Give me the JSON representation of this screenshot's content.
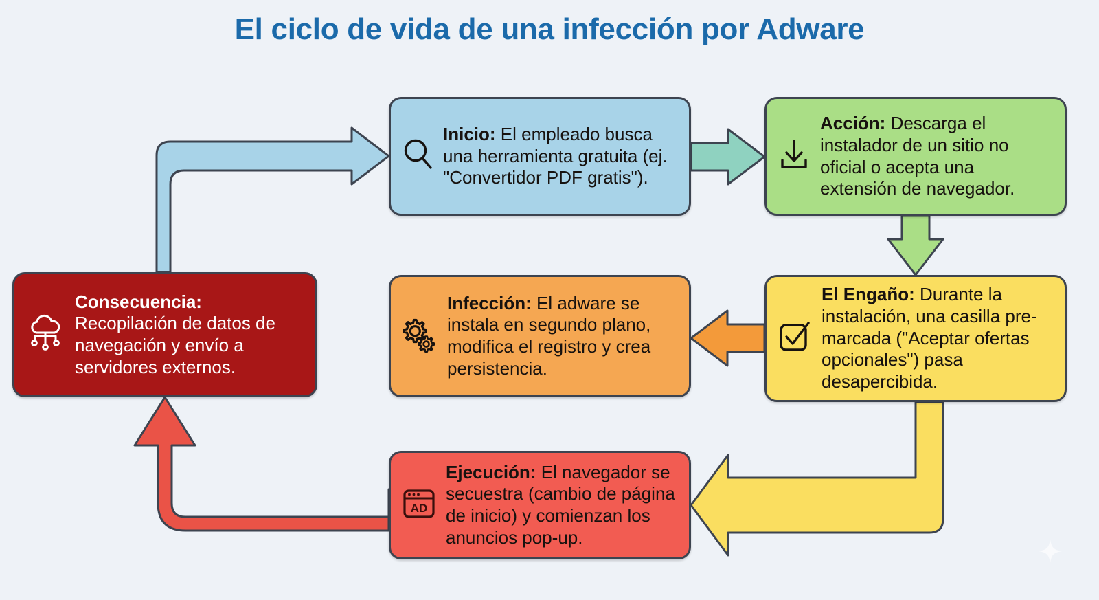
{
  "title": "El ciclo de vida de una infección por Adware",
  "colors": {
    "background": "#eef2f7",
    "title": "#1b6aaa",
    "node_border": "#3d4450",
    "inicio": "#a8d3e8",
    "accion": "#aade86",
    "engano": "#fade60",
    "infeccion": "#f5a752",
    "ejecucion": "#f25c52",
    "consecuencia": "#a81717",
    "arrow_inicio": "#a8d3e8",
    "arrow_accion": "#8fd2c0",
    "arrow_engano": "#aade86",
    "arrow_infeccion": "#f39a3a",
    "arrow_ejecucion": "#fade60",
    "arrow_consecuencia": "#ea5347"
  },
  "nodes": [
    {
      "id": "inicio",
      "icon": "magnifier-icon",
      "label": "Inicio:",
      "body": " El empleado busca una herramienta gratuita (ej. \"Convertidor PDF gratis\")."
    },
    {
      "id": "accion",
      "icon": "download-icon",
      "label": "Acción:",
      "body": " Descarga el instalador de un sitio no oficial o acepta una extensión de navegador."
    },
    {
      "id": "engano",
      "icon": "checkbox-checked-icon",
      "label": "El Engaño:",
      "body": " Durante la instalación, una casilla pre-marcada (\"Aceptar ofertas opcionales\") pasa desapercibida."
    },
    {
      "id": "infeccion",
      "icon": "gears-icon",
      "label": "Infección:",
      "body": " El adware se instala en segundo plano, modifica el registro y crea persistencia."
    },
    {
      "id": "ejecucion",
      "icon": "ad-browser-icon",
      "label": "Ejecución:",
      "body": " El navegador se secuestra (cambio de página de inicio) y comienzan los anuncios pop-up."
    },
    {
      "id": "consecuencia",
      "icon": "cloud-network-icon",
      "label": "Consecuencia:",
      "body": " Recopilación de datos de navegación y envío a servidores externos."
    }
  ],
  "flow": [
    {
      "from": "consecuencia",
      "to": "inicio",
      "color": "#a8d3e8"
    },
    {
      "from": "inicio",
      "to": "accion",
      "color": "#8fd2c0"
    },
    {
      "from": "accion",
      "to": "engano",
      "color": "#aade86"
    },
    {
      "from": "engano",
      "to": "infeccion",
      "color": "#f39a3a"
    },
    {
      "from": "engano",
      "to": "ejecucion",
      "color": "#fade60"
    },
    {
      "from": "ejecucion",
      "to": "consecuencia",
      "color": "#ea5347"
    }
  ],
  "watermark": "sparkle-icon"
}
